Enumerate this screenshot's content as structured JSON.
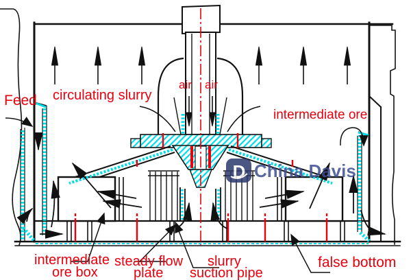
{
  "diagram": {
    "title": "flotation-machine-cross-section",
    "labels": {
      "feed": "Feed",
      "circulating_slurry": "circulating slurry",
      "air_left": "air",
      "air_right": "air",
      "intermediate_ore": "intermediate ore",
      "intermediate_ore_box_line1": "intermediate",
      "intermediate_ore_box_line2": "ore box",
      "steady_flow_plate_line1": "steady flow",
      "steady_flow_plate_line2": "plate",
      "slurry_suction_pipe_line1": "slurry",
      "slurry_suction_pipe_line2": "suction pipe",
      "false_bottom": "false bottom"
    },
    "watermark": {
      "brand": "China Davis",
      "logo_letter": "D"
    },
    "colors": {
      "label_red": "#e8000d",
      "hatch_cyan": "#00dde8",
      "line_black": "#111111",
      "watermark_navy": "#3e4e92",
      "logo_navy": "#2c3a6e",
      "background": "#ffffff"
    }
  }
}
